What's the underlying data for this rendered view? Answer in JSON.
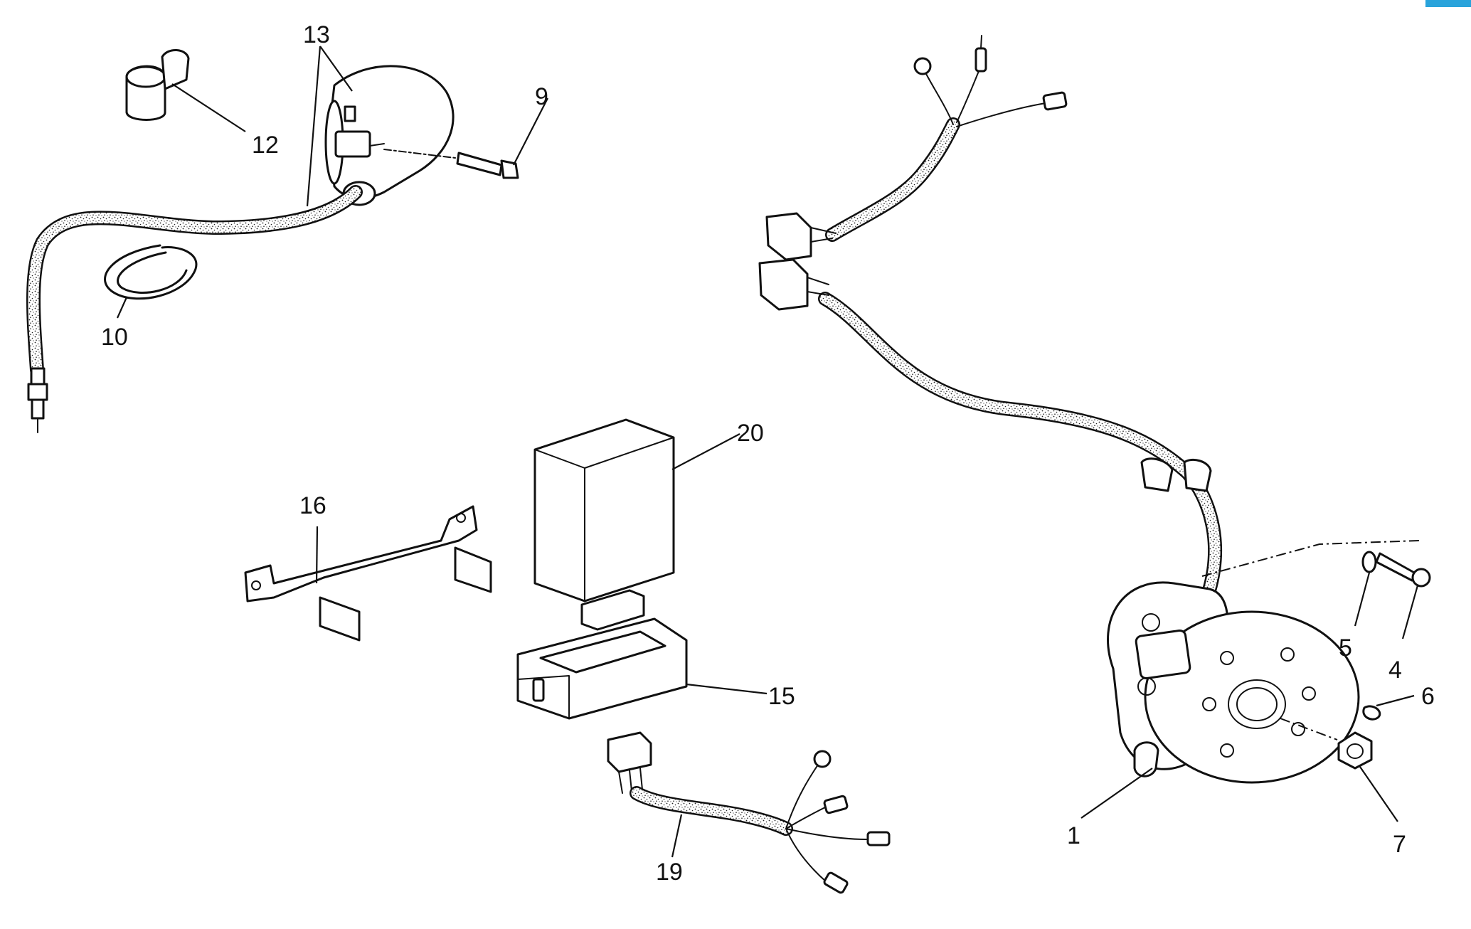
{
  "accent_color": "#29a3db",
  "callouts": [
    {
      "id": "13",
      "text": "13"
    },
    {
      "id": "12",
      "text": "12"
    },
    {
      "id": "9",
      "text": "9"
    },
    {
      "id": "10",
      "text": "10"
    },
    {
      "id": "20",
      "text": "20"
    },
    {
      "id": "16",
      "text": "16"
    },
    {
      "id": "15",
      "text": "15"
    },
    {
      "id": "19",
      "text": "19"
    },
    {
      "id": "1",
      "text": "1"
    },
    {
      "id": "5",
      "text": "5"
    },
    {
      "id": "4",
      "text": "4"
    },
    {
      "id": "6",
      "text": "6"
    },
    {
      "id": "7",
      "text": "7"
    }
  ]
}
